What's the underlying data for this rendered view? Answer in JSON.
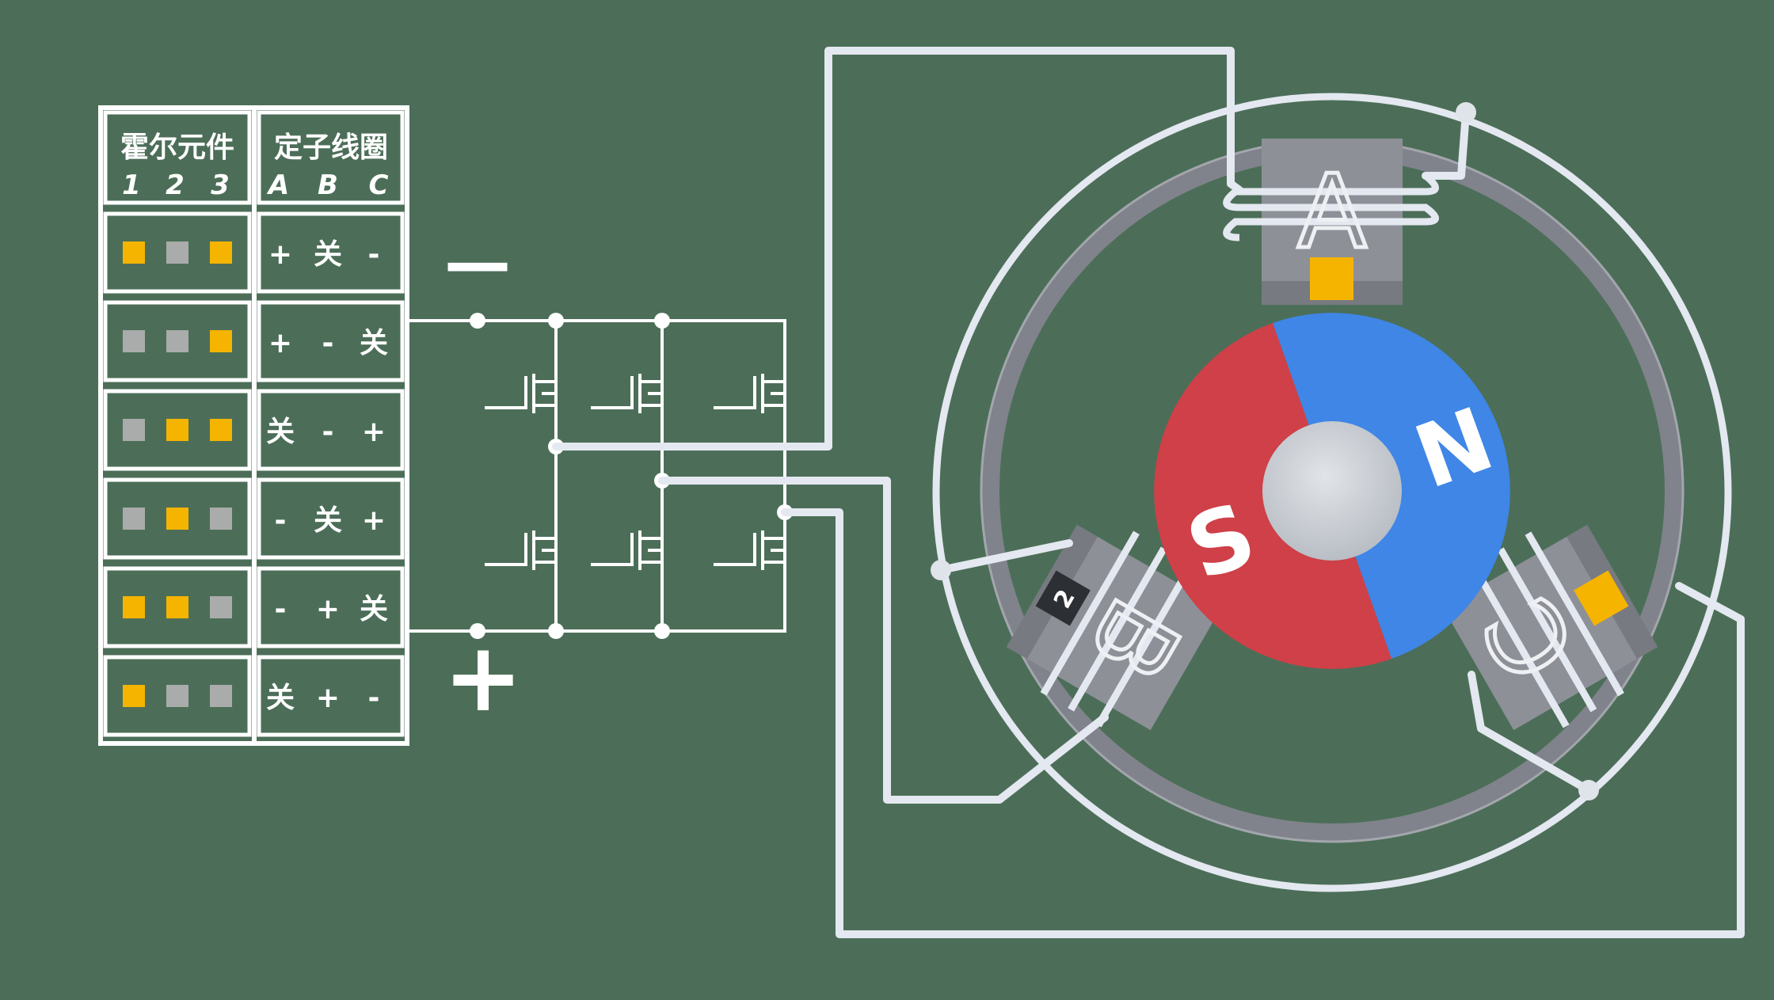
{
  "table": {
    "header": {
      "hall_title": "霍尔元件",
      "hall_nums": [
        "1",
        "2",
        "3"
      ],
      "coil_title": "定子线圈",
      "coil_letters": [
        "A",
        "B",
        "C"
      ]
    },
    "rows": [
      {
        "hall": [
          1,
          0,
          1
        ],
        "coils": [
          "+",
          "关",
          "-"
        ]
      },
      {
        "hall": [
          0,
          0,
          1
        ],
        "coils": [
          "+",
          "-",
          "关"
        ]
      },
      {
        "hall": [
          0,
          1,
          1
        ],
        "coils": [
          "关",
          "-",
          "+"
        ]
      },
      {
        "hall": [
          0,
          1,
          0
        ],
        "coils": [
          "-",
          "关",
          "+"
        ]
      },
      {
        "hall": [
          1,
          1,
          0
        ],
        "coils": [
          "-",
          "+",
          "关"
        ]
      },
      {
        "hall": [
          1,
          0,
          0
        ],
        "coils": [
          "关",
          "+",
          "-"
        ]
      }
    ]
  },
  "bus": {
    "minus": "—",
    "plus": "+"
  },
  "motor": {
    "coil_labels": [
      "A",
      "B",
      "C"
    ],
    "hall_sensor_label": "2",
    "rotor_labels": {
      "north": "N",
      "south": "S"
    }
  },
  "colors": {
    "background": "#4c6e58",
    "hall_on": "#f5b400",
    "hall_off": "#a9acaa",
    "wire": "#e4e8f0",
    "rotor_north": "#3f86e6",
    "rotor_south": "#cf4048",
    "hub": "#c9cdd3",
    "stator": "#8d9097"
  }
}
